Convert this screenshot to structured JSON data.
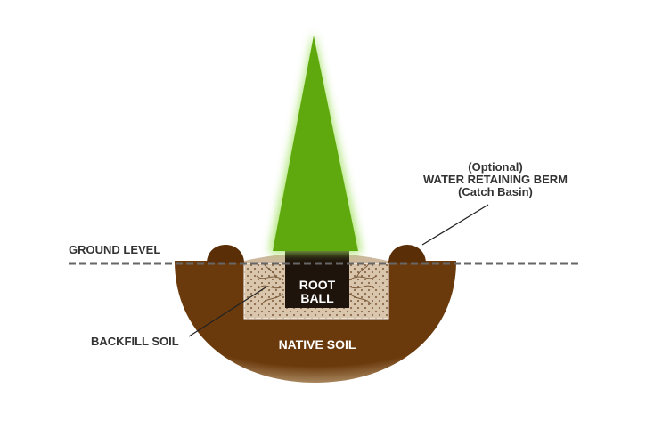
{
  "labels": {
    "ground_level": "GROUND LEVEL",
    "berm_optional": "(Optional)",
    "berm_title": "WATER RETAINING BERM",
    "berm_subtitle": "(Catch Basin)",
    "root_ball_line1": "ROOT",
    "root_ball_line2": "BALL",
    "backfill_soil": "BACKFILL SOIL",
    "native_soil": "NATIVE SOIL"
  },
  "colors": {
    "native_soil": "#6b3a0c",
    "native_soil_edge": "#a8865e",
    "berm": "#5a2e06",
    "backfill": "#d9c6ac",
    "backfill_dots": "#8a6a4a",
    "root_ball": "#1f140c",
    "tree": "#5fa90e",
    "tree_glow": "#9ee05a",
    "ground_line": "#666666",
    "text": "#333333",
    "text_light": "#ffffff"
  }
}
